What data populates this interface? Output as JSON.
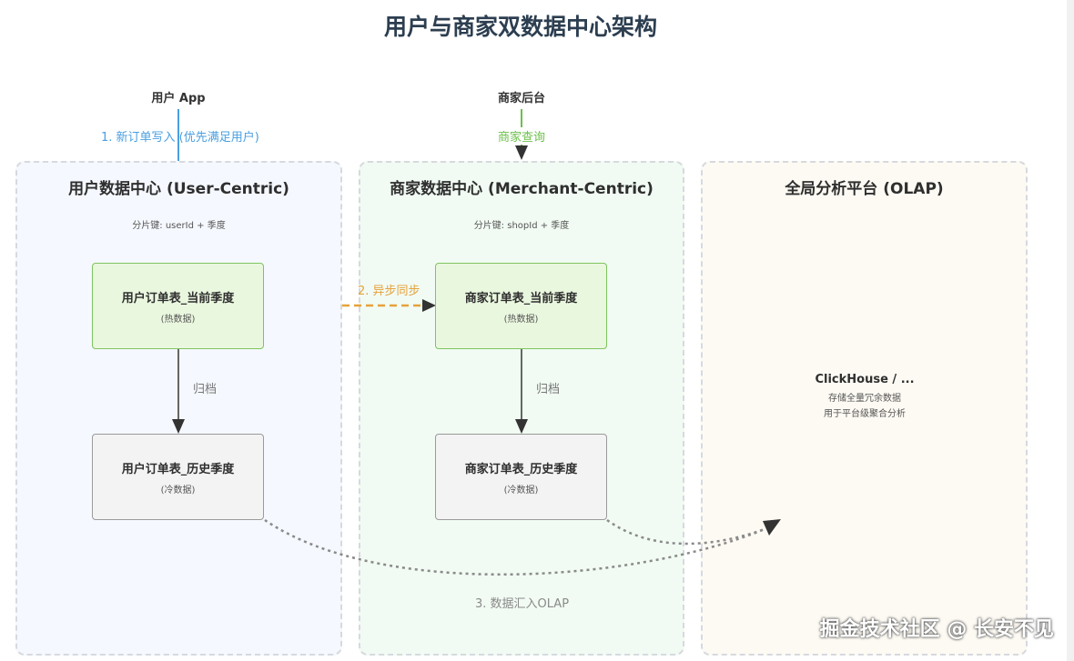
{
  "title": "用户与商家双数据中心架构",
  "actors": {
    "user_app": "用户 App",
    "merchant_backend": "商家后台"
  },
  "panels": {
    "user_center": {
      "title": "用户数据中心 (User-Centric)",
      "shard_key": "分片键: userId + 季度",
      "hot_table": {
        "name": "用户订单表_当前季度",
        "note": "(热数据)"
      },
      "cold_table": {
        "name": "用户订单表_历史季度",
        "note": "(冷数据)"
      },
      "archive_label": "归档"
    },
    "merchant_center": {
      "title": "商家数据中心 (Merchant-Centric)",
      "shard_key": "分片键: shopId + 季度",
      "hot_table": {
        "name": "商家订单表_当前季度",
        "note": "(热数据)"
      },
      "cold_table": {
        "name": "商家订单表_历史季度",
        "note": "(冷数据)"
      },
      "archive_label": "归档"
    },
    "olap": {
      "title": "全局分析平台 (OLAP)",
      "node_name": "ClickHouse / ...",
      "node_line1": "存储全量冗余数据",
      "node_line2": "用于平台级聚合分析"
    }
  },
  "edges": {
    "write": "1. 新订单写入 (优先满足用户)",
    "query": "商家查询",
    "sync": "2. 异步同步",
    "aggregate": "3. 数据汇入OLAP"
  },
  "colors": {
    "write": "#4a9fe0",
    "query": "#6cc04a",
    "sync": "#e6a23c",
    "archive": "#666666",
    "aggregate": "#8a8a8a"
  },
  "watermark": "掘金技术社区 @ 长安不见"
}
